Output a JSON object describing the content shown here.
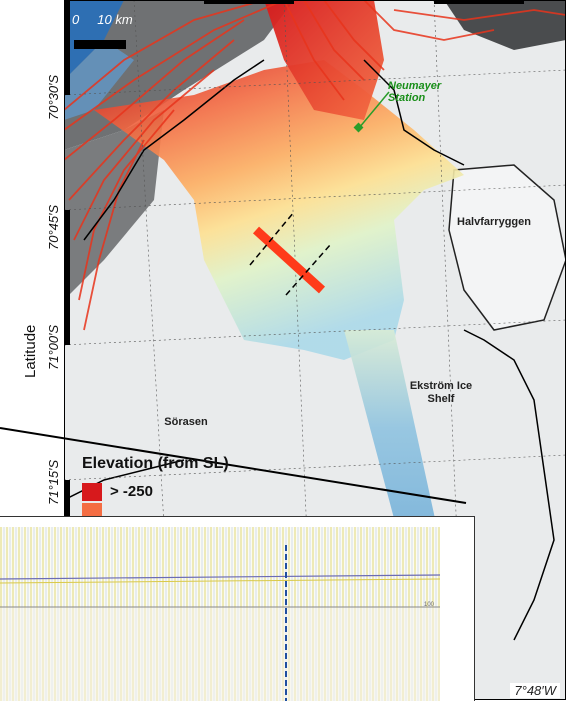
{
  "scale_bar": {
    "label": "0     10 km"
  },
  "latitude_labels": [
    "70°30′S",
    "70°45′S",
    "71°00′S",
    "71°15′S"
  ],
  "axis_title": "Latitude",
  "longitude_label": "7°48′W",
  "places": {
    "station": "Neumayer Station",
    "halvfarryggen": "Halvfarryggen",
    "ekstrom": "Ekström Ice Shelf",
    "sorasen": "Sörasen"
  },
  "legend": {
    "title": "Elevation (from SL)",
    "entries": [
      {
        "label": "> -250",
        "color": "#d7191c"
      },
      {
        "label": "",
        "color": "#f46d43"
      }
    ]
  },
  "inset": {
    "tick_label": "100"
  },
  "colors": {
    "flight_tracks": "#e8341c",
    "profile_line": "#ff3b1a",
    "station_marker": "#2a9d2a",
    "grounding_line": "#000000"
  }
}
